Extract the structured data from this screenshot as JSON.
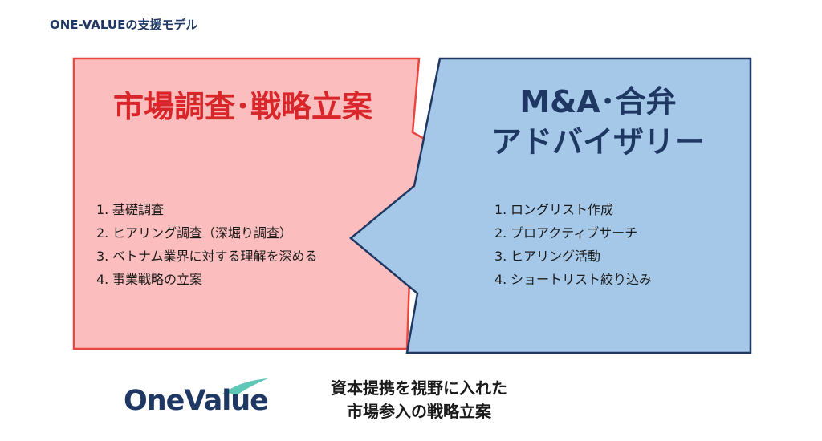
{
  "header": {
    "title": "ONE-VALUEの支援モデル"
  },
  "left_panel": {
    "title": "市場調査･戦略立案",
    "steps": [
      {
        "num": "1.",
        "label": "基礎調査"
      },
      {
        "num": "2.",
        "label": "ヒアリング調査（深堀り調査）"
      },
      {
        "num": "3.",
        "label": "ベトナム業界に対する理解を深める"
      },
      {
        "num": "4.",
        "label": "事業戦略の立案"
      }
    ]
  },
  "right_panel": {
    "title_line1": "M&A･合弁",
    "title_line2": "アドバイザリー",
    "steps": [
      {
        "num": "1.",
        "label": "ロングリスト作成"
      },
      {
        "num": "2.",
        "label": "プロアクティブサーチ"
      },
      {
        "num": "3.",
        "label": "ヒアリング活動"
      },
      {
        "num": "4.",
        "label": "ショートリスト絞り込み"
      }
    ]
  },
  "logo": {
    "text": "OneValue"
  },
  "footer": {
    "line1": "資本提携を視野に入れた",
    "line2": "市場参入の戦略立案"
  },
  "colors": {
    "left_fill": "#fbbdbd",
    "left_stroke": "#e8463f",
    "right_fill": "#a6c8e8",
    "right_stroke": "#1f3763",
    "accent_green": "#5fc7b6"
  }
}
